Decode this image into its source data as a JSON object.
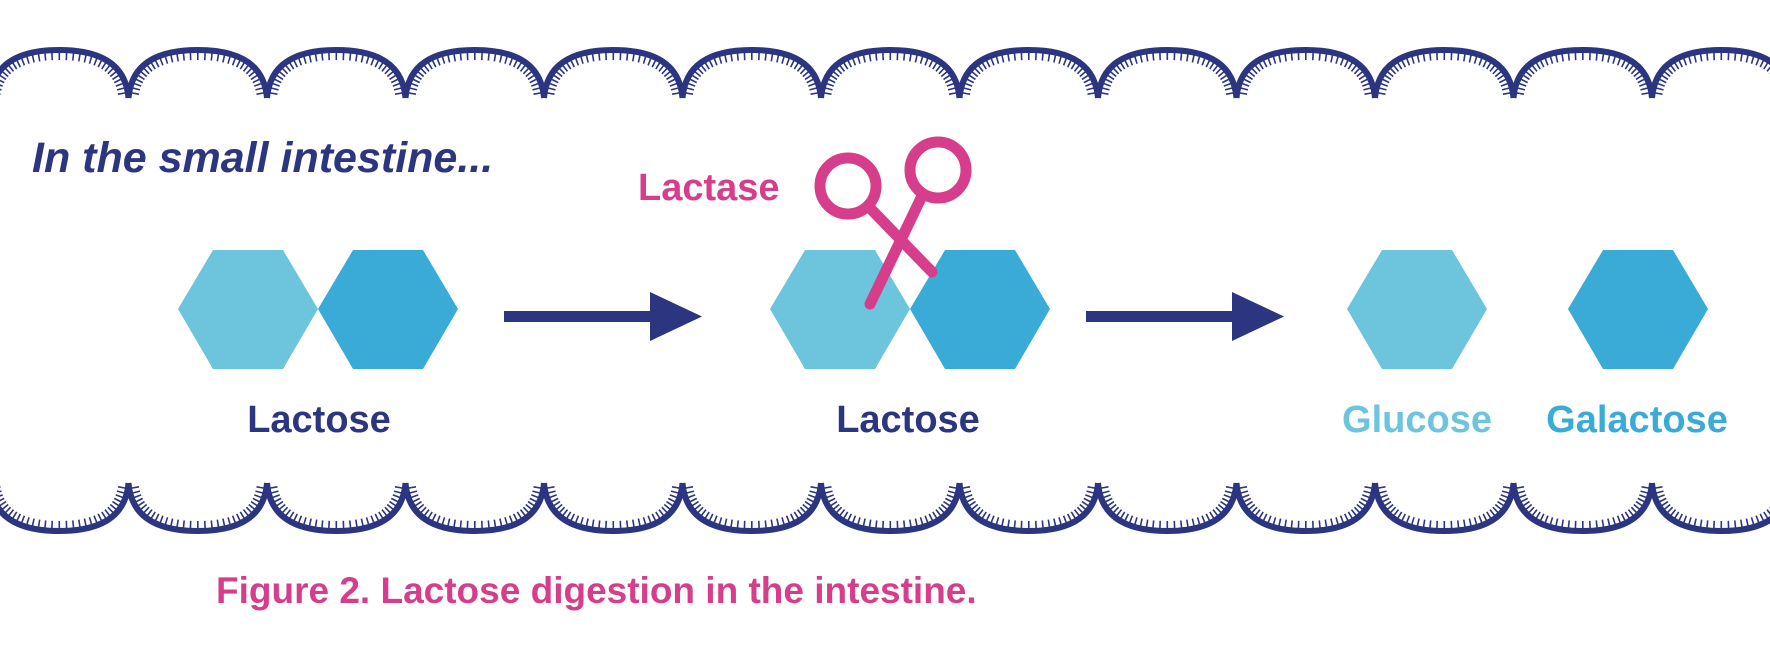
{
  "heading": "In the small intestine...",
  "enzyme_label": "Lactase",
  "stage1_label": "Lactose",
  "stage2_label": "Lactose",
  "product1_label": "Glucose",
  "product2_label": "Galactose",
  "caption": "Figure 2. Lactose digestion in the intestine.",
  "colors": {
    "navy": "#2b3580",
    "magenta": "#d63d8b",
    "glucose_light_blue": "#6cc4dd",
    "galactose_blue": "#3aabd6",
    "background": "#ffffff"
  },
  "icons": [
    "scissors-icon",
    "arrow-right-icon",
    "hexagon-glucose",
    "hexagon-galactose",
    "villi-wall"
  ]
}
